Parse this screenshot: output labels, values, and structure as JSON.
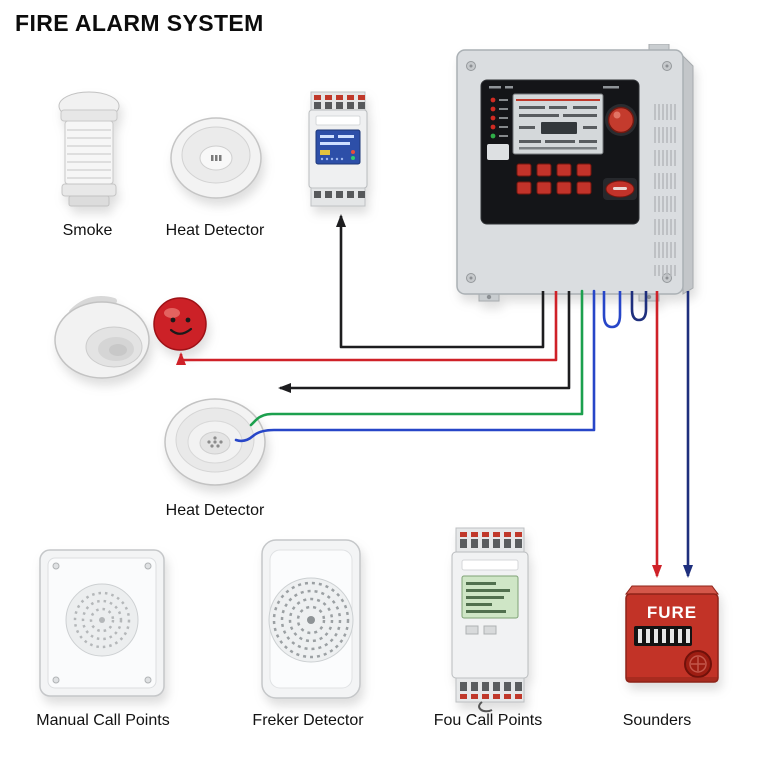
{
  "title": "FIRE ALARM SYSTEM",
  "labels": {
    "smoke": "Smoke",
    "heat_detector_1": "Heat Detector",
    "heat_detector_2": "Heat Detector",
    "manual_call_points": "Manual Call Points",
    "freker_detector": "Freker Detector",
    "fou_call_points": "Fou Call Points",
    "sounders": "Sounders"
  },
  "sounder_text": "FURE",
  "colors": {
    "wire_black": "#1d1d1f",
    "wire_red": "#cf2128",
    "wire_green": "#1ca04e",
    "wire_blue": "#2746c8",
    "wire_navy": "#1e2f7d",
    "alarm_red": "#c23327",
    "panel_body": "#dadde0",
    "bezel_black": "#141518",
    "lcd_green": "#cfe6c6"
  }
}
